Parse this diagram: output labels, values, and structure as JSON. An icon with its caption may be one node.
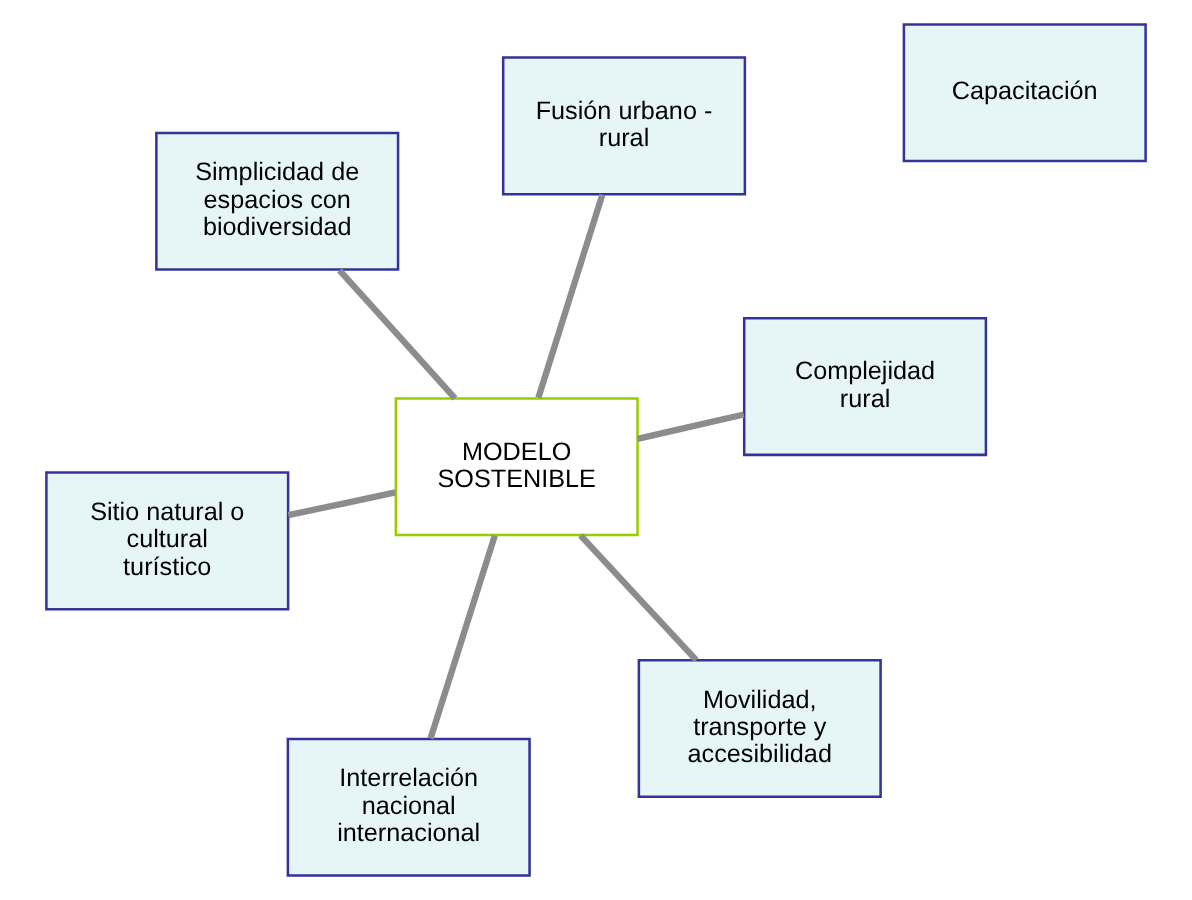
{
  "diagram": {
    "nodes": [
      {
        "text": [
          "Sitio natural o cultural turístico"
        ]
      },
      {
        "text": [
          "Capacitación"
        ]
      },
      {
        "text": [
          "Movilidad, transporte y accesibilidad"
        ]
      },
      {
        "text": [
          "MODELO SOSTENIBLE"
        ]
      },
      {
        "text": [
          "Simplicidad de espacios con biodiversidad"
        ]
      },
      {
        "text": [
          "Complejidad rural"
        ]
      },
      {
        "text": [
          "Fusión urbano - rural"
        ]
      },
      {
        "text": [
          "Interrelación nacional internacional"
        ]
      }
    ],
    "edges": [
      {
        "from": 3,
        "to": 0,
        "arrow": "none"
      },
      {
        "from": 3,
        "to": 2,
        "arrow": "none"
      },
      {
        "from": 3,
        "to": 5,
        "arrow": "none"
      },
      {
        "from": 3,
        "to": 7,
        "arrow": "none"
      },
      {
        "from": 3,
        "to": 6,
        "arrow": "none"
      },
      {
        "from": 3,
        "to": 4,
        "arrow": "none"
      }
    ]
  }
}
